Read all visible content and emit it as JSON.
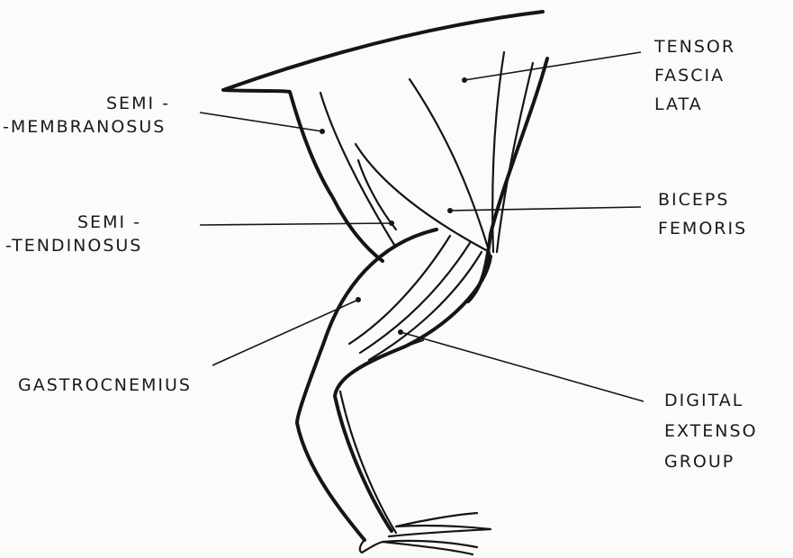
{
  "labels": {
    "semimembranosus": [
      "SEMI -",
      "-MEMBRANOSUS"
    ],
    "semitendinosus": [
      "SEMI -",
      "-TENDINOSUS"
    ],
    "gastrocnemius": [
      "GASTROCNEMIUS"
    ],
    "tensor": [
      "TENSOR",
      "FASCIA",
      "LATA"
    ],
    "biceps": [
      "BICEPS",
      "FEMORIS"
    ],
    "digital": [
      "DIGITAL",
      "EXTENSO",
      "GROUP"
    ]
  }
}
